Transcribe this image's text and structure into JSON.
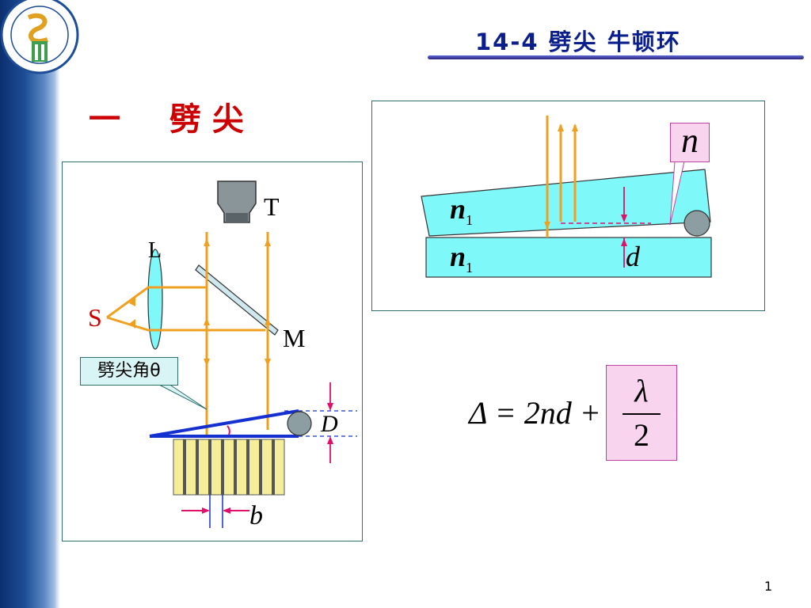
{
  "slide": {
    "title": "14-4  劈尖  牛顿环",
    "heading_num": "一",
    "heading_text": "劈 尖",
    "page_number": "1"
  },
  "setup_diagram": {
    "label_T": "T",
    "label_L": "L",
    "label_S": "S",
    "label_M": "M",
    "label_D": "D",
    "label_b": "b",
    "callout": "劈尖角θ"
  },
  "wedge_diagram": {
    "n_label": "n",
    "n1_upper": "n",
    "n1_upper_sub": "1",
    "n1_lower": "n",
    "n1_lower_sub": "1",
    "d_label": "d"
  },
  "formula": {
    "lhs": "Δ = 2nd +",
    "numerator": "λ",
    "denominator": "2"
  },
  "colors": {
    "title": "#0b1f8c",
    "heading": "#cc0000",
    "rays": "#f0a020",
    "glass": "#7ff8fa",
    "wedge_line": "#1530d0",
    "marker": "#e0106a"
  }
}
